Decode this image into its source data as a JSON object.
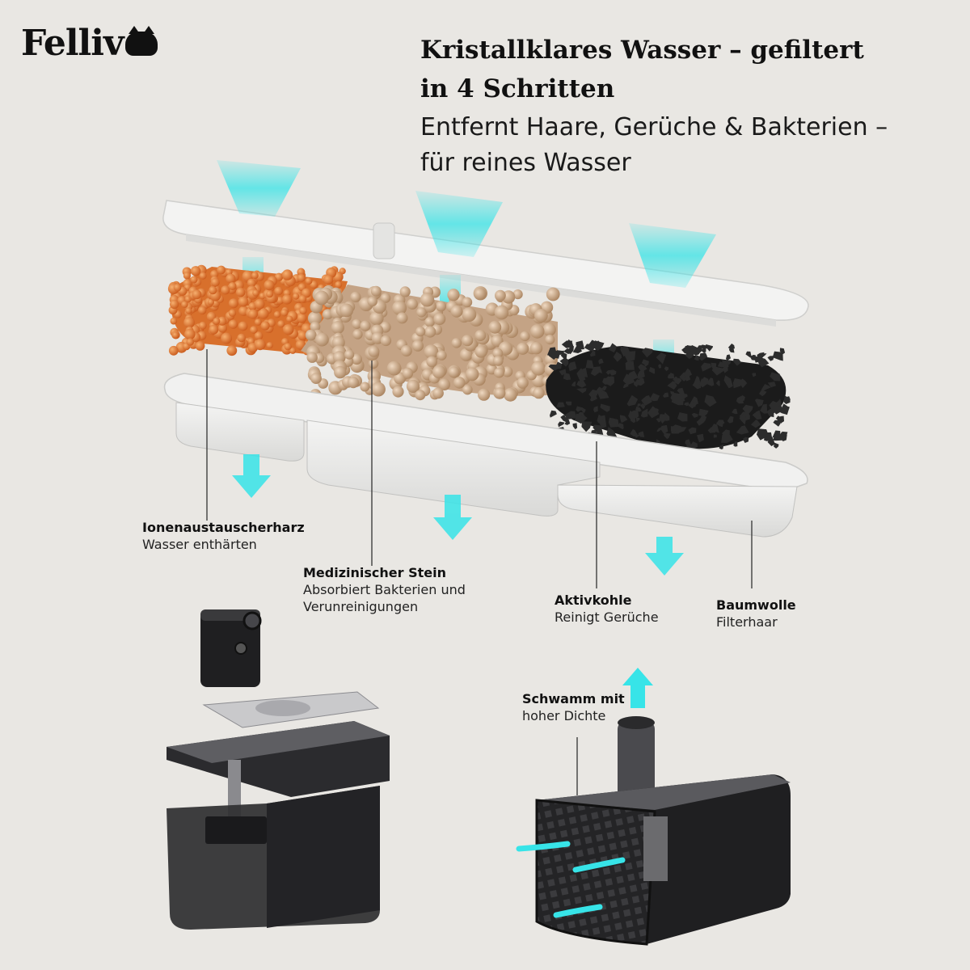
{
  "brand": {
    "name": "Felliv"
  },
  "header": {
    "title_line1": "Kristallklares Wasser – gefiltert",
    "title_line2": "in 4 Schritten",
    "subtitle_line1": "Entfernt Haare, Gerüche & Bakterien –",
    "subtitle_line2": "für reines Wasser"
  },
  "layers": [
    {
      "title": "Ionenaustauscherharz",
      "desc": "Wasser enthärten"
    },
    {
      "title": "Medizinischer Stein",
      "desc1": "Absorbiert Bakterien und",
      "desc2": "Verunreinigungen"
    },
    {
      "title": "Aktivkohle",
      "desc": "Reinigt Gerüche"
    },
    {
      "title": "Baumwolle",
      "desc": "Filterhaar"
    }
  ],
  "pump": {
    "title1": "Schwamm mit",
    "title2": "hoher Dichte"
  },
  "colors": {
    "background": "#e9e7e3",
    "water": "#37e4e8",
    "resin": "#e07a2a",
    "stone": "#caa88a",
    "carbon": "#1c1c1c",
    "device": "#2a2a2c"
  }
}
